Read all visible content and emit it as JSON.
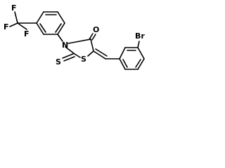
{
  "molecule": {
    "atoms": {
      "f1": "F",
      "f2": "F",
      "f3": "F",
      "n": "N",
      "o": "O",
      "s_thioxo": "S",
      "s_ring": "S",
      "br": "Br"
    }
  }
}
